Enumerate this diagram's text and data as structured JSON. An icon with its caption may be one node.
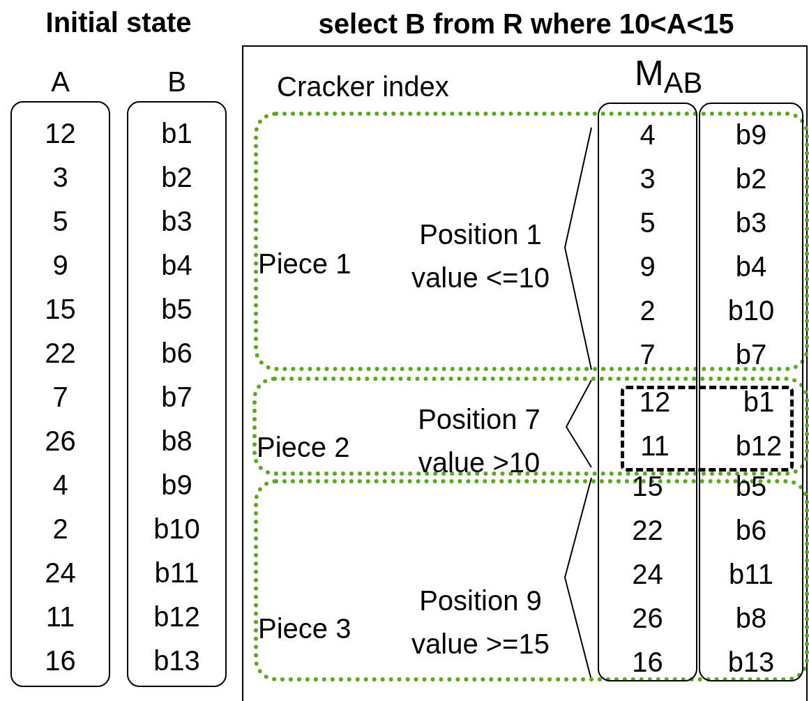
{
  "diagram": {
    "nodes": [
      {
        "text": [
          "A",
          "12",
          "3",
          "5",
          "9",
          "15",
          "22",
          "7",
          "26",
          "4",
          "2",
          "24",
          "11",
          "16"
        ]
      },
      {
        "text": [
          "B",
          "b1",
          "b2",
          "b3",
          "b4",
          "b5",
          "b6",
          "b7",
          "b8",
          "b9",
          "b10",
          "b11",
          "b12",
          "b13"
        ]
      },
      {
        "text": [
          "select B from R where 10<A<15",
          "Cracker index"
        ]
      },
      {
        "text": [
          "Piece 1",
          "Position 1 value <=10"
        ],
        "in": 2
      },
      {
        "text": [
          "Piece 2",
          "Position 7 value >10"
        ],
        "in": 2
      },
      {
        "text": [
          "Piece 3",
          "Position 9 value >=15"
        ],
        "in": 2
      },
      {
        "text": [
          "4",
          "3",
          "5",
          "9",
          "2",
          "7",
          "15",
          "22",
          "24",
          "26",
          "16"
        ],
        "in": 2
      },
      {
        "text": [
          "b9",
          "b2",
          "b3",
          "b4",
          "b10",
          "b7",
          "b5",
          "b6",
          "b11",
          "b8",
          "b13"
        ],
        "in": 2
      },
      {
        "text": [
          "12",
          "b1",
          "11",
          "b12"
        ],
        "in": 4
      }
    ],
    "edges": [],
    "labels": [
      "Initial state",
      "M$_{AB}$"
    ]
  }
}
